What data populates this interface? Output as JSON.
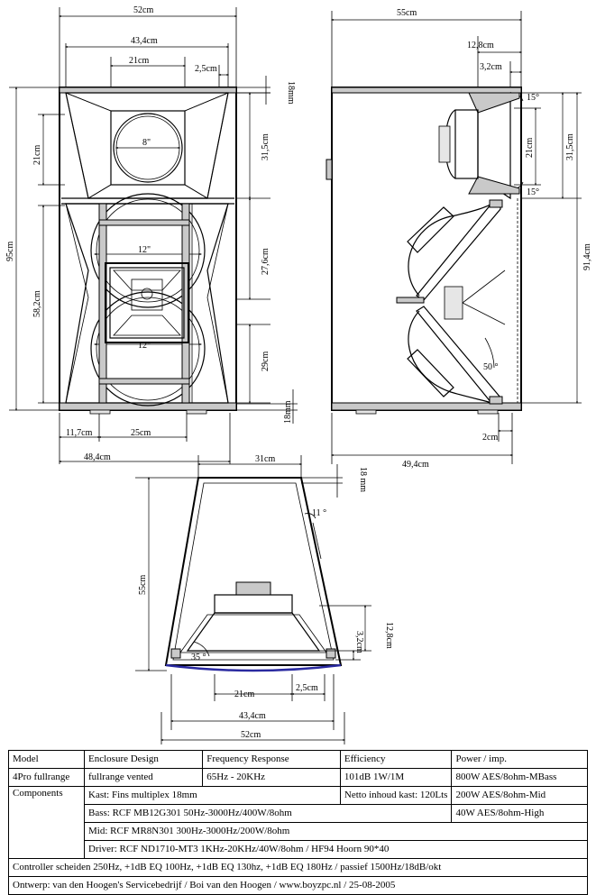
{
  "front_view": {
    "overall_width": "52cm",
    "horn_width": "43,4cm",
    "driver_width": "21cm",
    "edge_offset": "2,5cm",
    "top_board": "18mm",
    "overall_height": "95cm",
    "horn_height": "21cm",
    "lower_height": "58,2cm",
    "mid_section": "31,5cm",
    "mid_to_tweeter": "27,6cm",
    "bottom_section": "29cm",
    "bottom_board": "18mm",
    "foot_offset": "11,7cm",
    "foot_spacing": "25cm",
    "base_width": "48,4cm",
    "label_8in": "8\"",
    "label_12in_top": "12\"",
    "label_12in_bottom": "12\""
  },
  "side_view": {
    "depth": "55cm",
    "horn_depth": "12,8cm",
    "horn_offset": "3,2cm",
    "angle_top": "15°",
    "angle_bottom": "15°",
    "horn_height": "21cm",
    "upper_height": "31,5cm",
    "rear_height": "91,4cm",
    "bass_angle": "50 °",
    "foot_offset": "2cm",
    "bottom_depth": "49,4cm"
  },
  "top_view": {
    "back_width": "31cm",
    "back_board": "18 mm",
    "side_angle": "11 °",
    "depth": "55cm",
    "horn_depth": "12,8cm",
    "horn_offset": "3,2cm",
    "horn_angle": "35 °",
    "driver_width": "21cm",
    "edge_offset": "2,5cm",
    "front_width": "43,4cm",
    "overall_width": "52cm"
  },
  "spec_table": {
    "model_label": "Model",
    "model_value": "4Pro fullrange",
    "enclosure_label": "Enclosure Design",
    "enclosure_value": "fullrange vented",
    "frequency_label": "Frequency Response",
    "frequency_value": "65Hz - 20KHz",
    "efficiency_label": "Efficiency",
    "efficiency_value": "101dB 1W/1M",
    "power_label": "Power / imp.",
    "power_bass": "800W AES/8ohm-MBass",
    "power_mid": "200W AES/8ohm-Mid",
    "power_high": "40W AES/8ohm-High",
    "components_label": "Components",
    "kast": "Kast: Fins multiplex 18mm",
    "netto": "Netto inhoud kast: 120Lts",
    "bass": "Bass: RCF MB12G301 50Hz-3000Hz/400W/8ohm",
    "mid": "Mid: RCF MR8N301 300Hz-3000Hz/200W/8ohm",
    "driver": "Driver: RCF ND1710-MT3 1KHz-20KHz/40W/8ohm / HF94 Hoorn 90*40",
    "controller": "Controller scheiden 250Hz, +1dB EQ 100Hz, +1dB EQ 130hz, +1dB EQ 180Hz / passief 1500Hz/18dB/okt",
    "ontwerp": "Ontwerp: van den Hoogen's Servicebedrijf / Boi van den Hoogen / www.boyzpc.nl / 25-08-2005"
  }
}
